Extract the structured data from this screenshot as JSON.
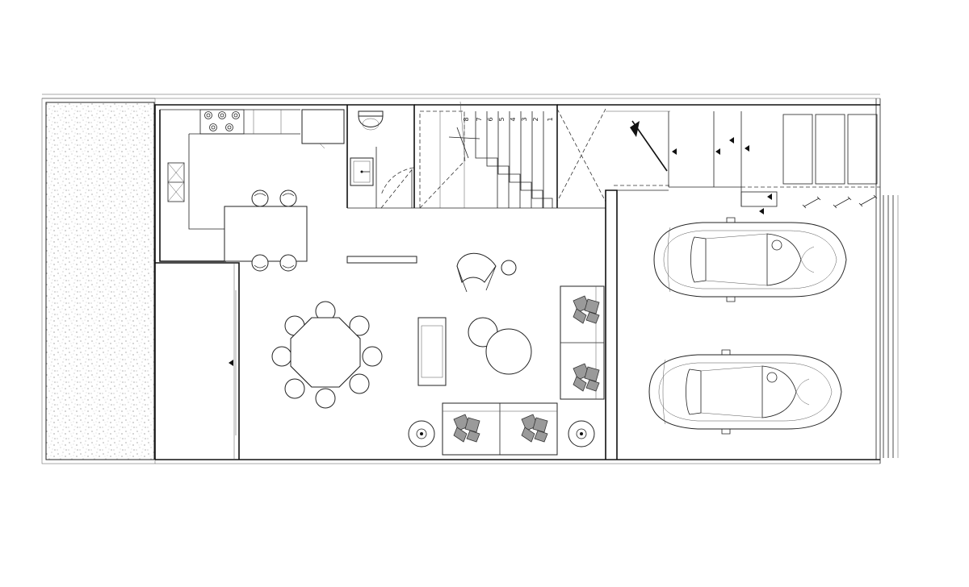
{
  "plan": {
    "stair_step_numbers": [
      "8",
      "7",
      "6",
      "5",
      "4",
      "3",
      "2",
      "1"
    ]
  },
  "colors": {
    "wall": "#111111",
    "garden_texture": "#8a8a8a",
    "pillow": "#9a9a9a",
    "background": "#ffffff"
  }
}
